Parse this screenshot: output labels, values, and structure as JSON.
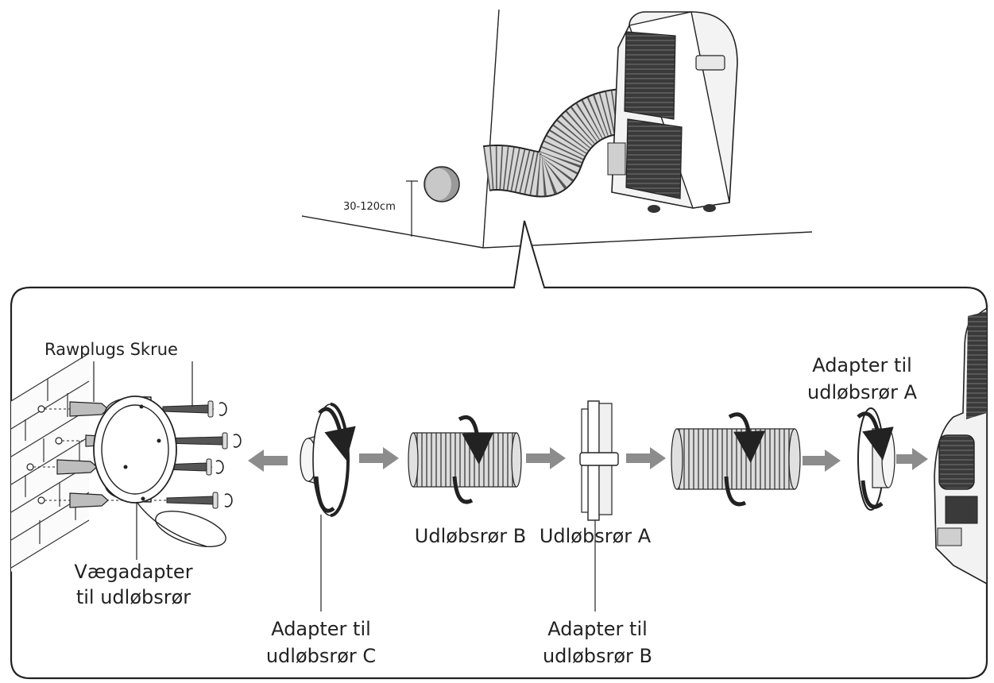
{
  "scene": {
    "height_range": "30-120cm"
  },
  "labels": {
    "rawplugs_screw": "Rawplugs Skrue",
    "wall_adapter_line1": "Vægadapter",
    "wall_adapter_line2": "til udløbsrør",
    "adapter_c_line1": "Adapter til",
    "adapter_c_line2": "udløbsrør C",
    "hose_b": "Udløbsrør B",
    "hose_a": "Udløbsrør A",
    "adapter_b_line1": "Adapter til",
    "adapter_b_line2": "udløbsrør B",
    "adapter_a_line1": "Adapter til",
    "adapter_a_line2": "udløbsrør A"
  },
  "icons": {
    "flow_arrow": "right-arrow-icon",
    "rotate": "rotate-arrow-icon"
  },
  "colors": {
    "line": "#222222",
    "arrow": "#8c8c8c",
    "hose_fill": "#d9d9d9",
    "unit_fill": "#f2f2f2",
    "unit_dark": "#2e2e2e"
  }
}
